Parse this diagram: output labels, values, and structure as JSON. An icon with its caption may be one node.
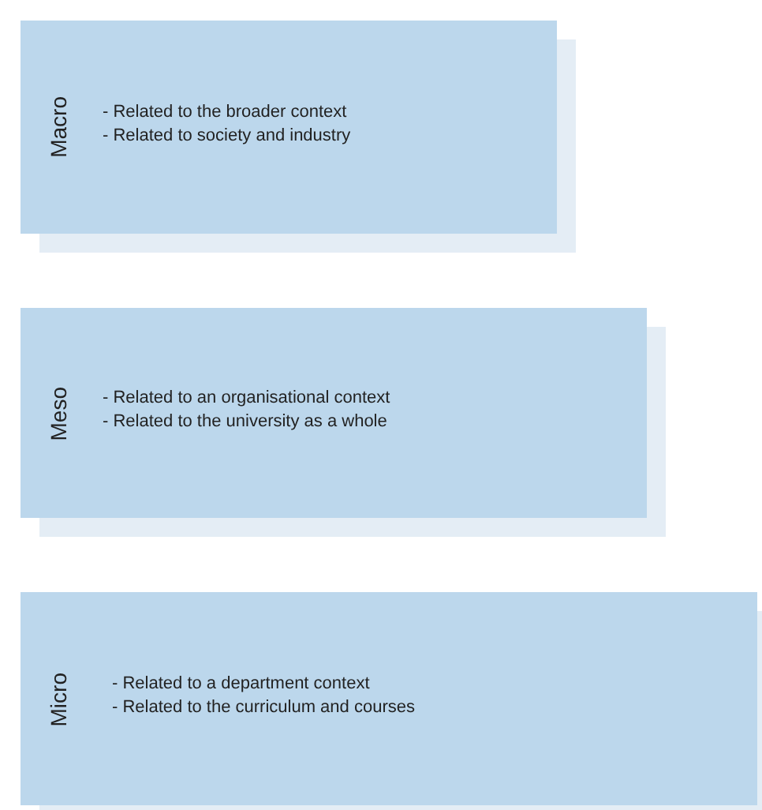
{
  "diagram": {
    "nodes": [
      {
        "text": [
          "Macro",
          "- Related to the broader context",
          "- Related to society and industry"
        ]
      },
      {
        "text": [
          "Meso",
          "- Related to an organisational context",
          "- Related to the university as a whole"
        ]
      },
      {
        "text": [
          "Micro",
          "- Related to a department context",
          "- Related to the curriculum and courses"
        ]
      }
    ],
    "edges": []
  }
}
